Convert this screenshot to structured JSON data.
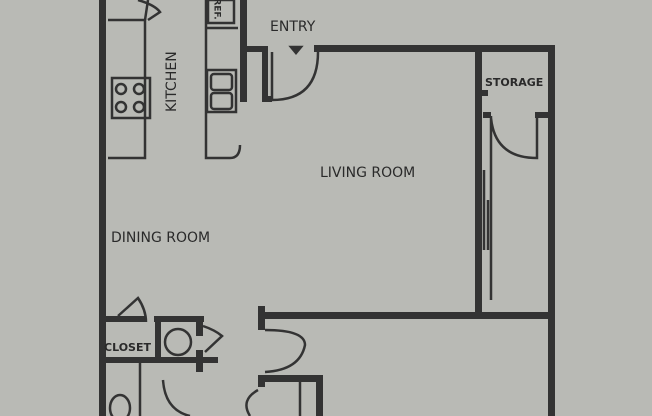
{
  "labels": {
    "entry": "ENTRY",
    "kitchen": "KITCHEN",
    "ref": "REF.",
    "storage": "STORAGE",
    "living_room": "LIVING ROOM",
    "dining_room": "DINING ROOM",
    "closet": "CLOSET"
  },
  "colors": {
    "paper": "#b9bab5",
    "wall": "#333333"
  }
}
